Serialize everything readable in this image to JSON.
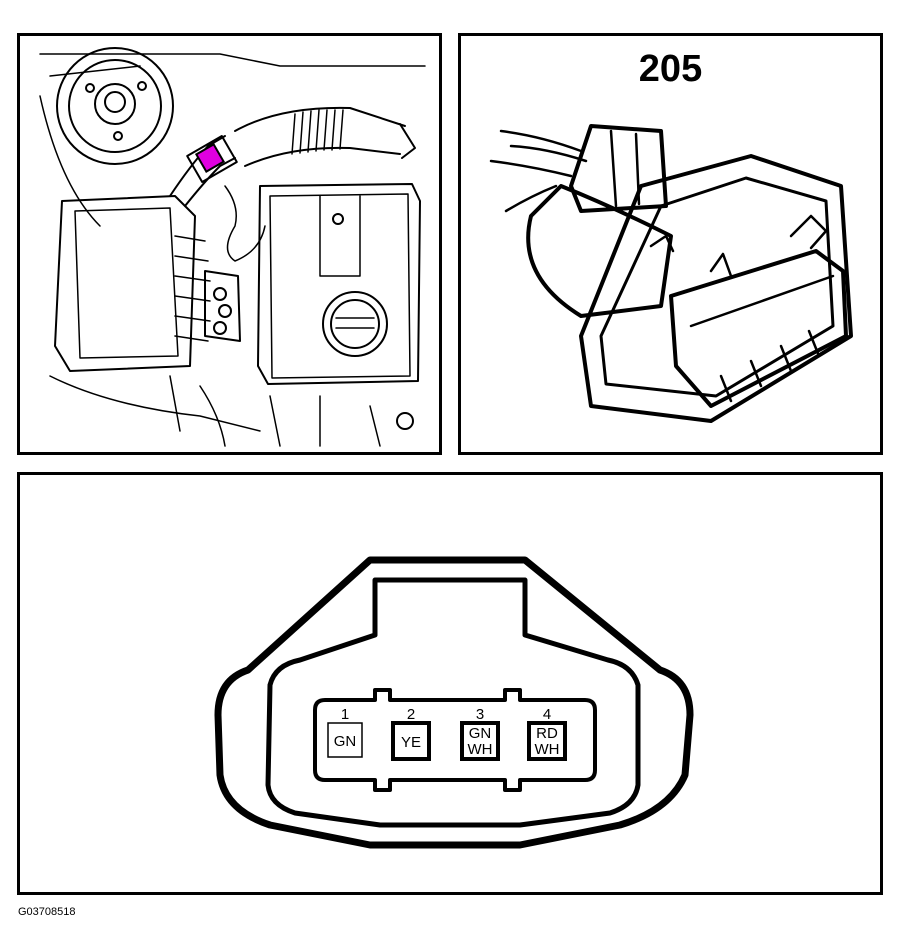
{
  "connector_number": "205",
  "figure_id": "G03708518",
  "pins": [
    {
      "number": "1",
      "color_line1": "GN",
      "color_line2": ""
    },
    {
      "number": "2",
      "color_line1": "YE",
      "color_line2": ""
    },
    {
      "number": "3",
      "color_line1": "GN",
      "color_line2": "WH"
    },
    {
      "number": "4",
      "color_line1": "RD",
      "color_line2": "WH"
    }
  ],
  "colors": {
    "highlight": "#e000e0",
    "line": "#000000",
    "background": "#ffffff"
  }
}
